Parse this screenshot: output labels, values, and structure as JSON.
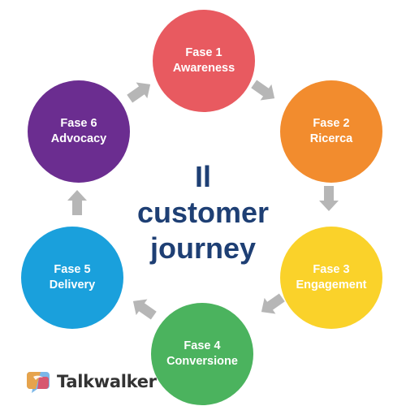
{
  "title": {
    "line1": "Il",
    "line2": "customer",
    "line3": "journey"
  },
  "phases": [
    {
      "label": "Fase 1",
      "name": "Awareness",
      "color": "#e85a60"
    },
    {
      "label": "Fase 2",
      "name": "Ricerca",
      "color": "#f28c2e"
    },
    {
      "label": "Fase 3",
      "name": "Engagement",
      "color": "#fad22a"
    },
    {
      "label": "Fase 4",
      "name": "Conversione",
      "color": "#4bb35e"
    },
    {
      "label": "Fase 5",
      "name": "Delivery",
      "color": "#1aa0dc"
    },
    {
      "label": "Fase 6",
      "name": "Advocacy",
      "color": "#6b2d90"
    }
  ],
  "arrow_color": "#b6b6b6",
  "brand": {
    "name": "Talkwalker",
    "logo_icon": "talkwalker-logo-icon"
  }
}
